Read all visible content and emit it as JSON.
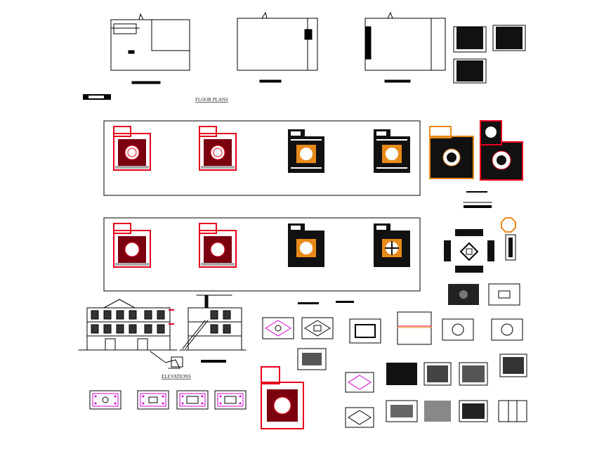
{
  "labels": {
    "floor_plans": "FLOOR PLANS",
    "elevations": "ELEVATIONS"
  },
  "colors": {
    "line": "#000000",
    "accent_red": "#e8001c",
    "accent_orange": "#e88a1a",
    "accent_magenta": "#d400d4",
    "fill_dark": "#111111",
    "fill_grey": "#6e6e6e"
  },
  "sections": [
    "floor-plans",
    "ceiling-plans-row-1",
    "ceiling-plans-row-2",
    "elevations",
    "ceiling-details"
  ]
}
